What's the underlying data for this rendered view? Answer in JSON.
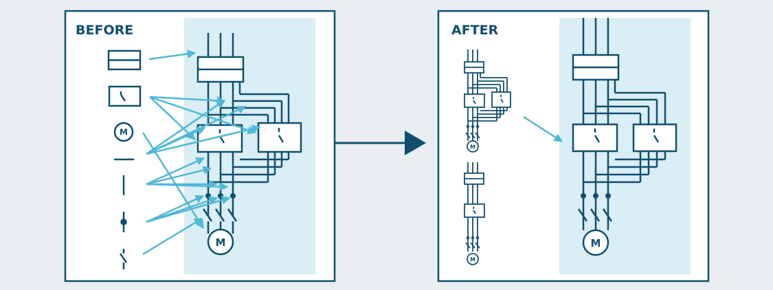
{
  "panels": {
    "before": {
      "title": "BEFORE"
    },
    "after": {
      "title": "AFTER"
    }
  },
  "motor_label": "M",
  "colors": {
    "background": "#e9eef3",
    "panel_border": "#0f4f6d",
    "panel_fill": "#ffffff",
    "highlight_fill": "#daeef5",
    "line": "#0f4f6d",
    "arrow": "#4fb8d6"
  }
}
